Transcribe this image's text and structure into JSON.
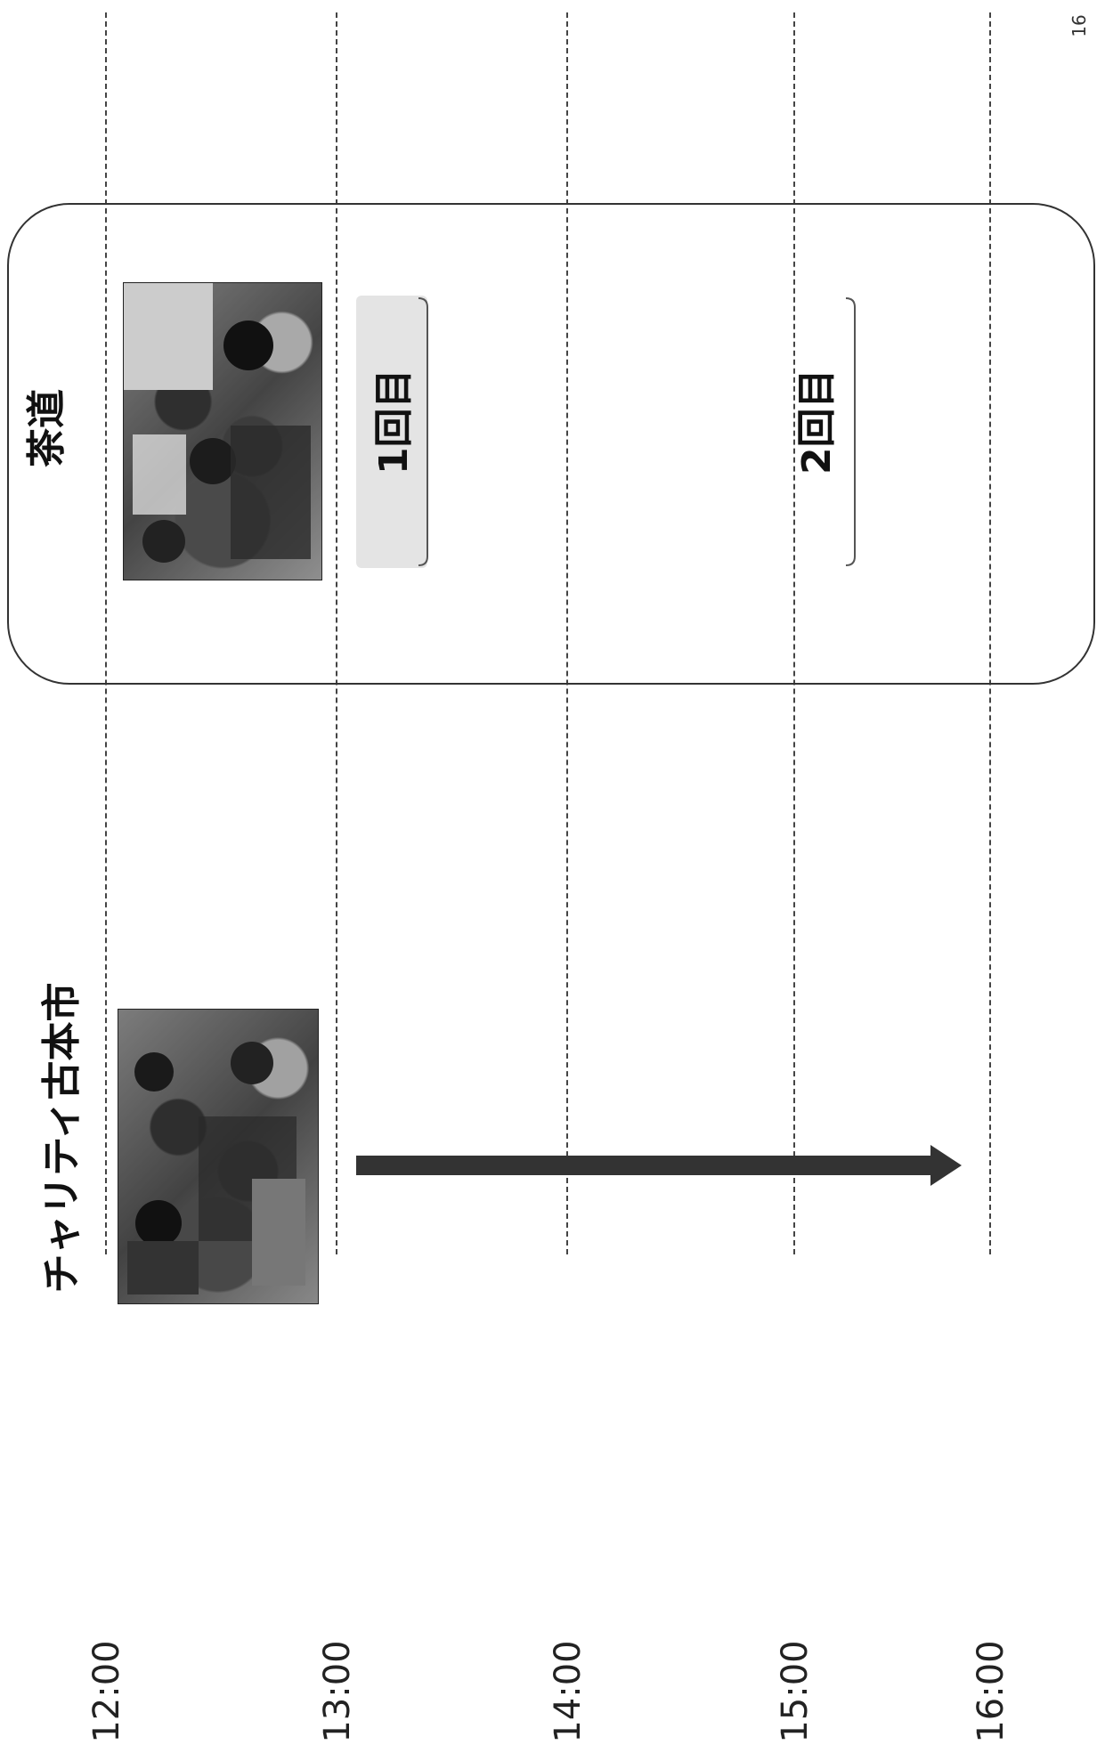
{
  "page_number": "16",
  "timeline": {
    "times": [
      "12:00",
      "13:00",
      "14:00",
      "15:00",
      "16:00"
    ]
  },
  "events": {
    "charity": {
      "title": "チャリティ古本市"
    },
    "tea": {
      "title": "茶道",
      "sessions": [
        "1回目",
        "2回目"
      ]
    }
  }
}
